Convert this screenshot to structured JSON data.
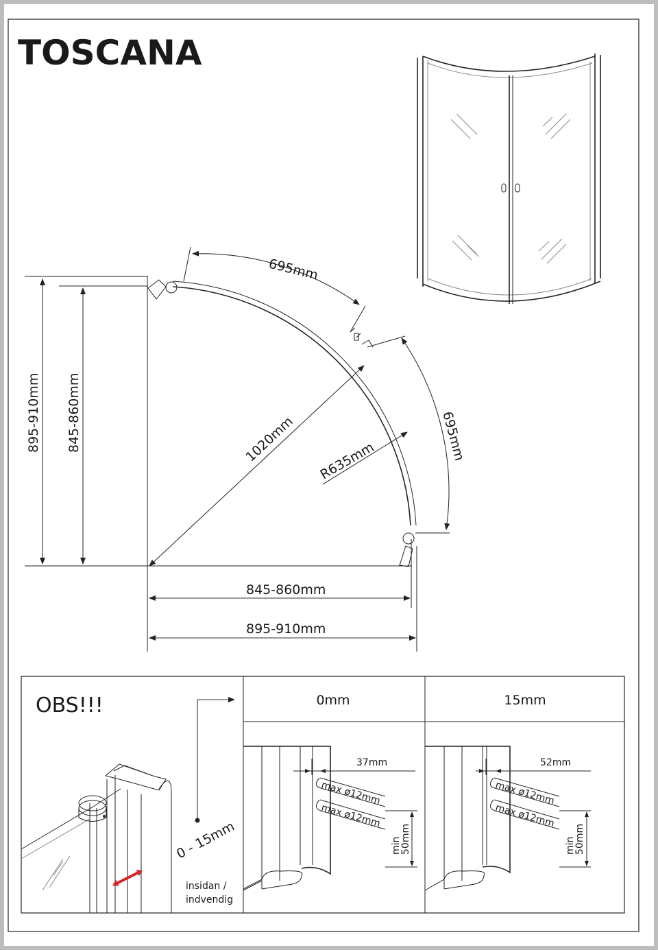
{
  "title": "TOSCANA",
  "drawing": {
    "arc_length_top": "695mm",
    "arc_length_side": "695mm",
    "diagonal": "1020mm",
    "radius": "R635mm",
    "left_outer": "895-910mm",
    "left_inner": "845-860mm",
    "bottom_inner": "845-860mm",
    "bottom_outer": "895-910mm"
  },
  "notice": {
    "label": "OBS!!!",
    "range": "0 - 15mm",
    "side_line1": "insidan /",
    "side_line2": "indvendig",
    "columns": [
      {
        "header": "0mm",
        "offset": "37mm",
        "hose1": "max ø12mm",
        "hose2": "max ø12mm",
        "min_line1": "min",
        "min_line2": "50mm"
      },
      {
        "header": "15mm",
        "offset": "52mm",
        "hose1": "max ø12mm",
        "hose2": "max ø12mm",
        "min_line1": "min",
        "min_line2": "50mm"
      }
    ]
  },
  "colors": {
    "line": "#222222",
    "arrow_accent": "#d42424",
    "background_frame": "#bdbdbd"
  }
}
